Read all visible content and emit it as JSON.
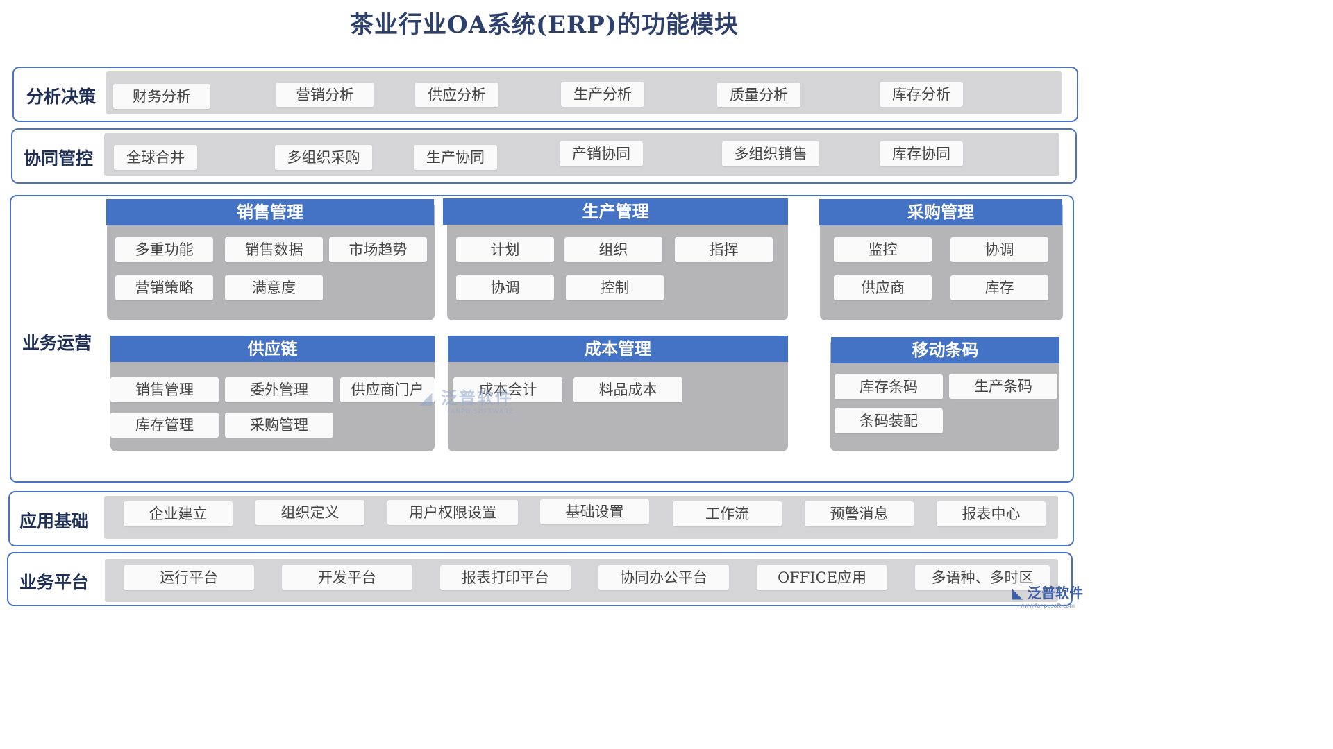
{
  "title": "茶业行业OA系统(ERP)的功能模块",
  "rows": {
    "analysis": {
      "label": "分析决策",
      "items": [
        "财务分析",
        "营销分析",
        "供应分析",
        "生产分析",
        "质量分析",
        "库存分析"
      ]
    },
    "collab": {
      "label": "协同管控",
      "items": [
        "全球合并",
        "多组织采购",
        "生产协同",
        "产销协同",
        "多组织销售",
        "库存协同"
      ]
    },
    "operations": {
      "label": "业务运营",
      "panels": {
        "sales": {
          "title": "销售管理",
          "items": [
            "多重功能",
            "销售数据",
            "市场趋势",
            "营销策略",
            "满意度"
          ]
        },
        "production": {
          "title": "生产管理",
          "items": [
            "计划",
            "组织",
            "指挥",
            "协调",
            "控制"
          ]
        },
        "purchase": {
          "title": "采购管理",
          "items": [
            "监控",
            "协调",
            "供应商",
            "库存"
          ]
        },
        "supply": {
          "title": "供应链",
          "items": [
            "销售管理",
            "委外管理",
            "供应商门户",
            "库存管理",
            "采购管理"
          ]
        },
        "cost": {
          "title": "成本管理",
          "items": [
            "成本会计",
            "料品成本"
          ]
        },
        "barcode": {
          "title": "移动条码",
          "items": [
            "库存条码",
            "生产条码",
            "条码装配"
          ]
        }
      }
    },
    "foundation": {
      "label": "应用基础",
      "items": [
        "企业建立",
        "组织定义",
        "用户权限设置",
        "基础设置",
        "工作流",
        "预警消息",
        "报表中心"
      ]
    },
    "platform": {
      "label": "业务平台",
      "items": [
        "运行平台",
        "开发平台",
        "报表打印平台",
        "协同办公平台",
        "OFFICE应用",
        "多语种、多时区"
      ]
    }
  },
  "watermark": {
    "main": "泛普软件",
    "sub": "FANPU SOFTWARE"
  },
  "logo": {
    "main": "泛普软件",
    "sub": "www.fanpusoft.com"
  }
}
